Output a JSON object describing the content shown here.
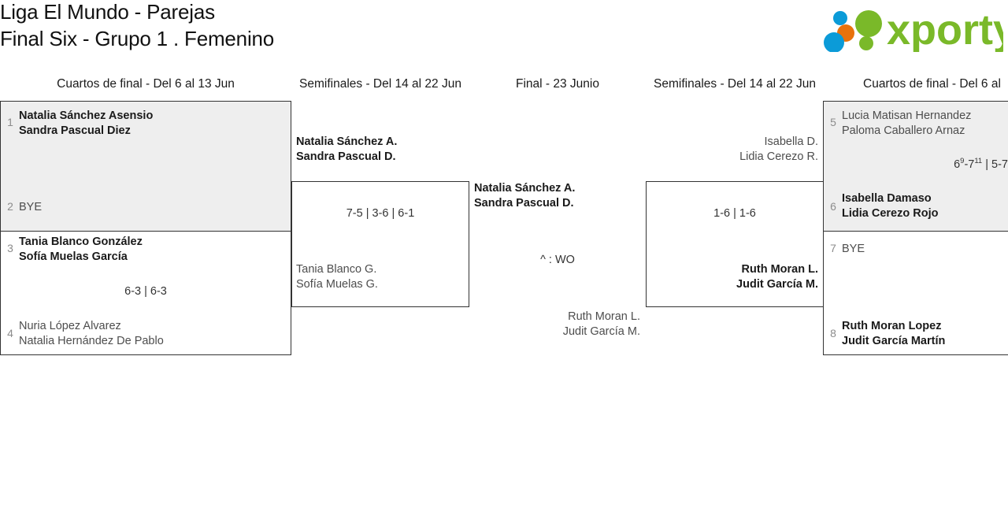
{
  "header": {
    "title": "Liga El Mundo - Parejas\nFinal Six - Grupo 1 . Femenino",
    "logo_text": "xporty",
    "logo_colors": {
      "green": "#7ab929",
      "orange": "#e8720c",
      "blue": "#0b9bd8"
    }
  },
  "rounds": [
    {
      "label": "Cuartos de final - Del 6 al 13 Jun"
    },
    {
      "label": "Semifinales - Del 14 al 22 Jun"
    },
    {
      "label": "Final - 23 Junio"
    },
    {
      "label": "Semifinales - Del 14 al 22 Jun"
    },
    {
      "label": "Cuartos de final - Del 6 al "
    }
  ],
  "bracket": {
    "left_qf": [
      {
        "top_seed": "1",
        "top_team": "Natalia Sánchez Asensio\nSandra Pascual Diez",
        "bottom_seed": "2",
        "bottom_team": "BYE",
        "score": ""
      },
      {
        "top_seed": "3",
        "top_team": "Tania Blanco González\nSofía Muelas García",
        "bottom_seed": "4",
        "bottom_team": "Nuria López Alvarez\nNatalia Hernández De Pablo",
        "score": "6-3 | 6-3"
      }
    ],
    "left_sf": {
      "winner": "Natalia Sánchez A.\nSandra Pascual D.",
      "loser": "Tania Blanco G.\nSofía Muelas G.",
      "score": "7-5 | 3-6 | 6-1"
    },
    "final": {
      "winner": "Natalia Sánchez A.\nSandra Pascual D.",
      "loser": "Ruth Moran L.\nJudit García M.",
      "score": "^ : WO"
    },
    "right_sf": {
      "loser": "Isabella D.\nLidia Cerezo R.",
      "winner": "Ruth Moran L.\nJudit García M.",
      "score": "1-6 | 1-6"
    },
    "right_qf": [
      {
        "top_seed": "5",
        "top_team": "Lucia Matisan Hernandez\nPaloma Caballero Arnaz",
        "bottom_seed": "6",
        "bottom_team": "Isabella Damaso\nLidia Cerezo Rojo",
        "score_pre": "6",
        "score_sup1": "9",
        "score_mid": "-7",
        "score_sup2": "11",
        "score_post": " | 5-7"
      },
      {
        "top_seed": "7",
        "top_team": "BYE",
        "bottom_seed": "8",
        "bottom_team": "Ruth Moran Lopez\nJudit García Martín",
        "score": ""
      }
    ]
  }
}
